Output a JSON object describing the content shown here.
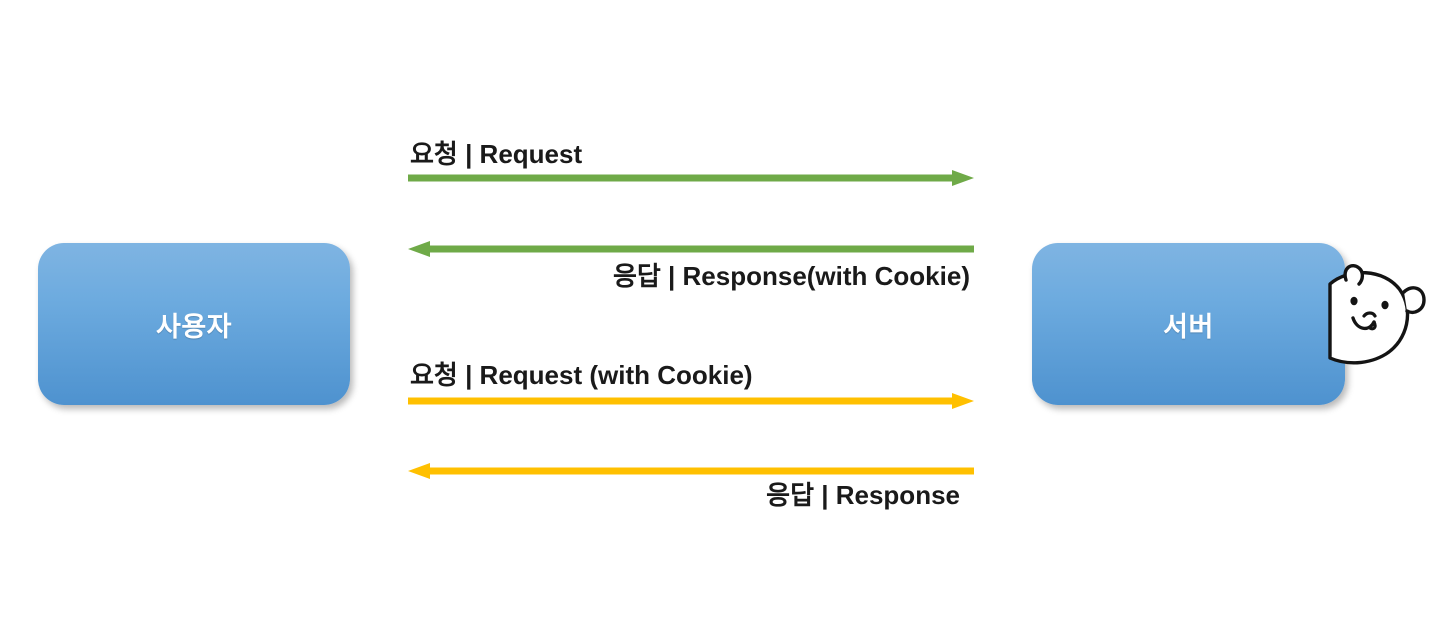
{
  "diagram": {
    "title": "HTTP Request / Response with Cookie sequence",
    "background_color": "#ffffff",
    "nodes": [
      {
        "id": "user",
        "label": "사용자",
        "color": "#5b9bd5",
        "name": "user-node"
      },
      {
        "id": "server",
        "label": "서버",
        "color": "#5b9bd5",
        "name": "server-node"
      }
    ],
    "mascot": {
      "name": "bear-character",
      "description": "white bear face peeking from behind server box"
    },
    "flows": [
      {
        "id": "flow1",
        "label": "요청 | Request",
        "direction": "right",
        "color": "#6faa48",
        "label_align": "left"
      },
      {
        "id": "flow2",
        "label": "응답 | Response(with Cookie)",
        "direction": "left",
        "color": "#6faa48",
        "label_align": "right"
      },
      {
        "id": "flow3",
        "label": "요청 | Request (with Cookie)",
        "direction": "right",
        "color": "#ffc000",
        "label_align": "left"
      },
      {
        "id": "flow4",
        "label": "응답 | Response",
        "direction": "left",
        "color": "#ffc000",
        "label_align": "right"
      }
    ]
  }
}
